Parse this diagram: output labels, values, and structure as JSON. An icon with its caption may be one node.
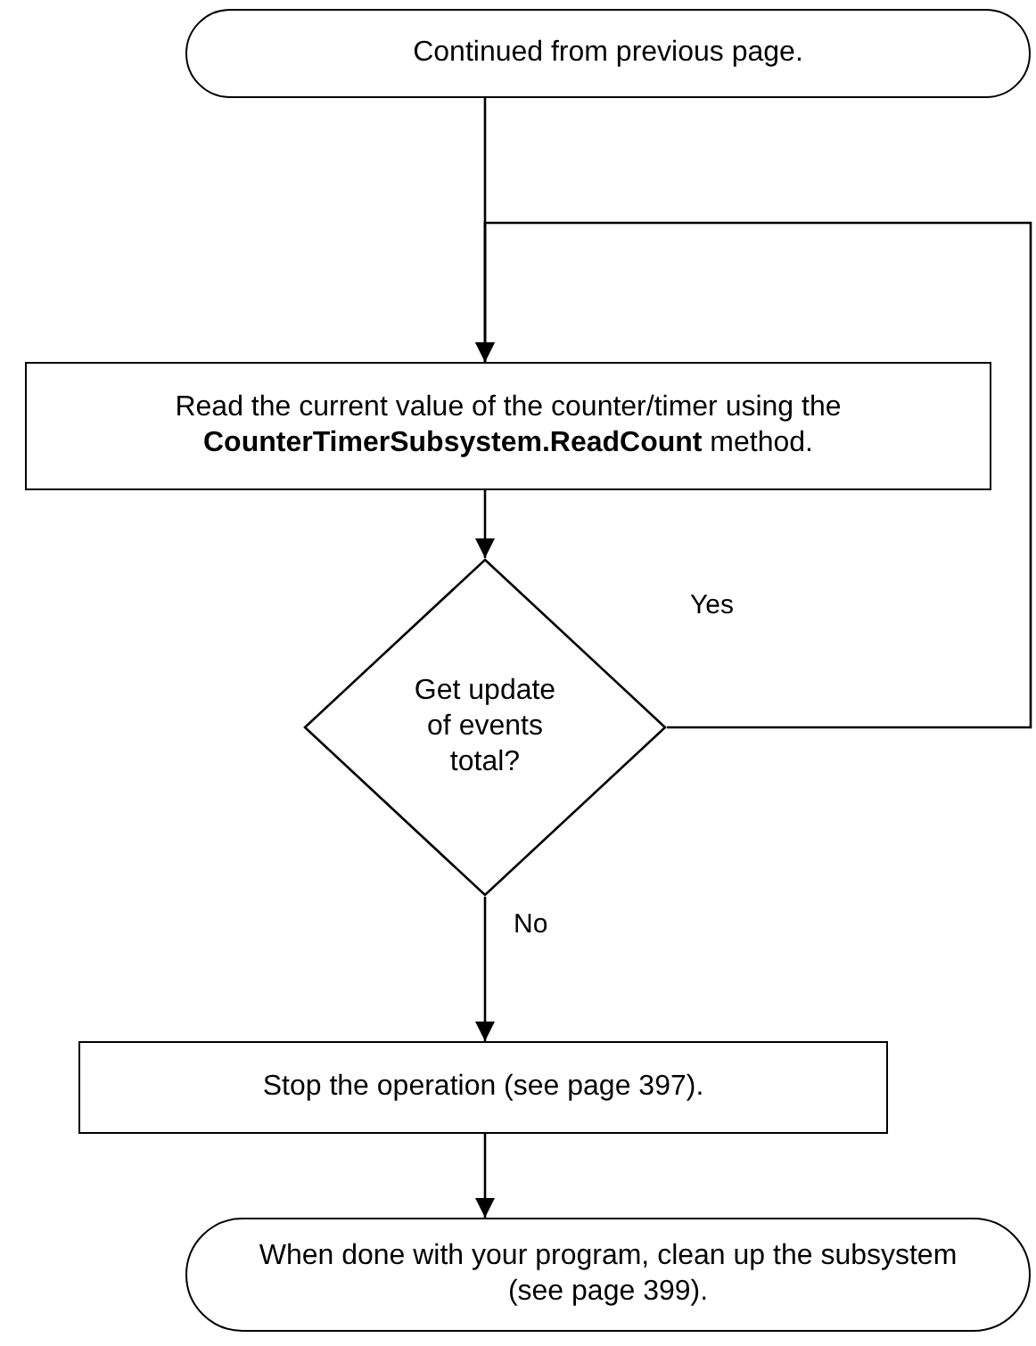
{
  "diagram": {
    "nodes": [
      {
        "text": [
          "Continued from previous page."
        ]
      },
      {
        "text": [
          "Read the current value of the counter/timer using the **CounterTimerSubsystem.ReadCount** method."
        ]
      },
      {
        "text": [
          "Get update of events total?"
        ]
      },
      {
        "text": [
          "Stop the operation (see page 397)."
        ]
      },
      {
        "text": [
          "When done with your program, clean up the subsystem (see page 399)."
        ]
      }
    ],
    "edges": [
      {
        "from": 0,
        "to": 1,
        "arrow": "to"
      },
      {
        "from": 1,
        "to": 2,
        "arrow": "to"
      },
      {
        "from": 2,
        "to": 3,
        "arrow": "to",
        "label": "No"
      },
      {
        "from": 2,
        "to": 1,
        "arrow": "to",
        "label": "Yes"
      },
      {
        "from": 3,
        "to": 4,
        "arrow": "to"
      }
    ]
  }
}
